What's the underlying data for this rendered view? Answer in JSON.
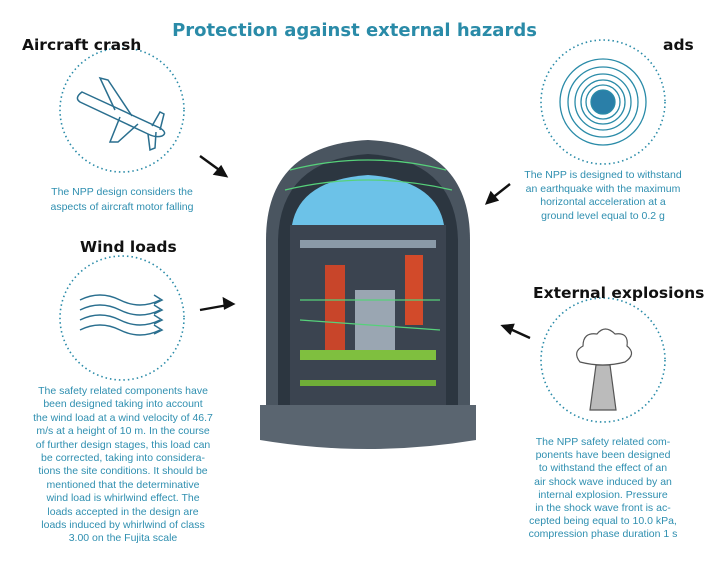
{
  "title": "Protection against external hazards",
  "aircraft": {
    "heading": "Aircraft crash",
    "text": [
      "The NPP design considers the",
      "aspects of aircraft motor falling"
    ]
  },
  "wind": {
    "heading": "Wind loads",
    "text": [
      "The safety related components have",
      "been designed taking into account",
      "the wind load at a wind velocity of 46.7",
      "m/s at a height of 10 m. In the course",
      "of further design stages, this load can",
      "be corrected, taking into considera-",
      "tions the site conditions. It should be",
      "mentioned that the determinative",
      "wind load is whirlwind effect. The",
      "loads accepted in the design are",
      "loads induced by whirlwind of class",
      "3.00 on the   Fujita scale"
    ]
  },
  "seismic": {
    "heading": "ads",
    "text": [
      "The NPP is designed to withstand",
      "an earthquake with the maximum",
      "horizontal acceleration at a",
      "ground level equal to 0.2 g"
    ]
  },
  "explosions": {
    "heading": "External explosions",
    "text": [
      "The NPP safety related com-",
      "ponents have been designed",
      "to withstand the effect of an",
      "air shock wave induced by an",
      "internal explosion. Pressure",
      "in the shock wave front is ac-",
      "cepted being equal to 10.0 kPa,",
      "compression phase duration 1 s"
    ]
  },
  "colors": {
    "accent": "#2a8ba8",
    "text": "#2f8fb0"
  }
}
